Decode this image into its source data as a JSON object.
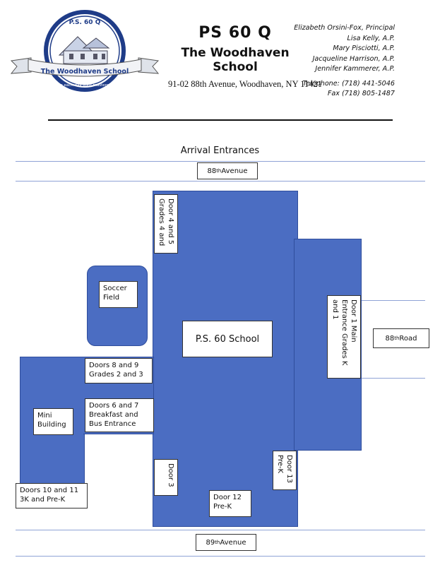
{
  "logo": {
    "emblem_text_top": "P.S. 60 Q",
    "banner_text": "The Woodhaven School",
    "motto": "Make each day your masterpiece"
  },
  "header": {
    "title": "PS 60 Q",
    "school_name": "The Woodhaven School",
    "address": "91-02 88th Avenue, Woodhaven, NY 11421"
  },
  "staff": [
    "Elizabeth Orsini-Fox, Principal",
    "Lisa Kelly, A.P.",
    "Mary Pisciotti, A.P.",
    "Jacqueline Harrison, A.P.",
    "Jennifer Kammerer, A.P."
  ],
  "contact": {
    "telephone": "Telephone: (718) 441-5046",
    "fax": "Fax (718) 805-1487"
  },
  "map": {
    "title": "Arrival Entrances",
    "streets": {
      "north": {
        "num": "88",
        "sup": "th",
        "rest": " Avenue"
      },
      "south": {
        "num": "89",
        "sup": "th",
        "rest": " Avenue"
      },
      "east": {
        "num": "88",
        "sup": "th",
        "rest": " Road"
      }
    },
    "labels": {
      "door_4_5": "Door 4 and 5 Grades 4 and",
      "soccer_field": "Soccer Field",
      "school": "P.S. 60 School",
      "door_1": "Door 1 Main Entrance Grades K and 1",
      "doors_8_9": "Doors 8 and 9 Grades 2 and 3",
      "doors_6_7": "Doors 6 and 7 Breakfast and Bus Entrance",
      "mini_building": "Mini Building",
      "door_3": "Door 3",
      "door_13": "Door 13 Pre-K",
      "doors_10_11": "Doors 10 and 11 3K and Pre-K",
      "door_12": "Door 12 Pre-K"
    }
  }
}
